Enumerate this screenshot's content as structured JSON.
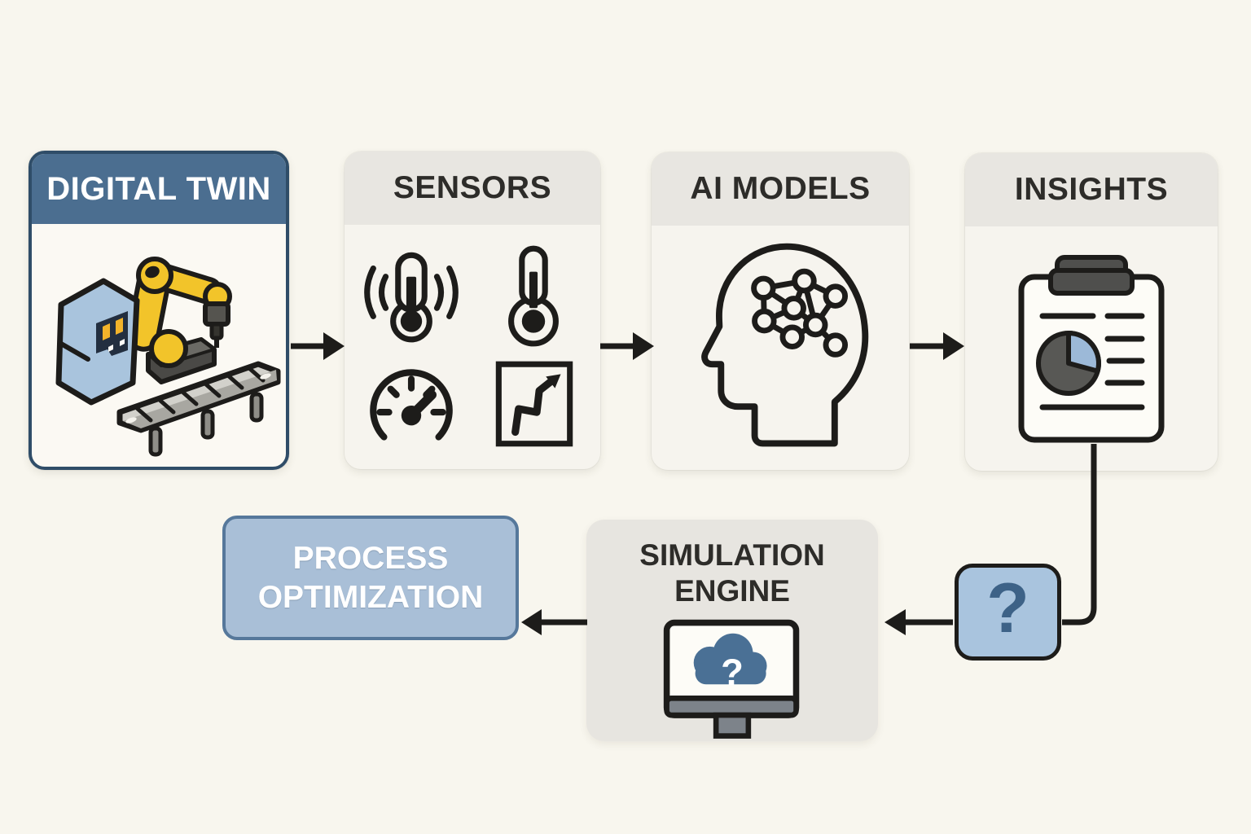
{
  "diagram": {
    "title_cards": {
      "digital_twin": {
        "label": "DIGITAL TWIN",
        "icon": "robot-arm-conveyor"
      },
      "sensors": {
        "label": "SENSORS",
        "icons": [
          "thermometer-signal",
          "thermometer",
          "gauge",
          "trend-steps"
        ]
      },
      "ai_models": {
        "label": "AI MODELS",
        "icon": "head-neural-network"
      },
      "insights": {
        "label": "INSIGHTS",
        "icon": "clipboard-report-pie"
      }
    },
    "flow_boxes": {
      "process_optimization": {
        "label": "PROCESS OPTIMIZATION"
      },
      "simulation_engine": {
        "label": "SIMULATION ENGINE",
        "icon": "monitor-cloud-question",
        "cloud_glyph": "?"
      },
      "question": {
        "label": "?"
      }
    },
    "edges": [
      {
        "from": "digital_twin",
        "to": "sensors"
      },
      {
        "from": "sensors",
        "to": "ai_models"
      },
      {
        "from": "ai_models",
        "to": "insights"
      },
      {
        "from": "insights",
        "to": "question"
      },
      {
        "from": "question",
        "to": "simulation_engine"
      },
      {
        "from": "simulation_engine",
        "to": "process_optimization"
      }
    ],
    "colors": {
      "background": "#f8f6ee",
      "card_body": "#f6f4ee",
      "card_header_gray": "#e8e6e1",
      "header_blue": "#4b6e90",
      "header_blue_border": "#2f4d68",
      "light_blue_fill": "#a9bfd7",
      "light_blue_border": "#56789b",
      "question_blue": "#a9c4de",
      "steel_blue": "#4a7095",
      "outline_black": "#1d1c1a",
      "text_dark": "#2d2c29",
      "robot_yellow": "#f2c42a"
    }
  }
}
